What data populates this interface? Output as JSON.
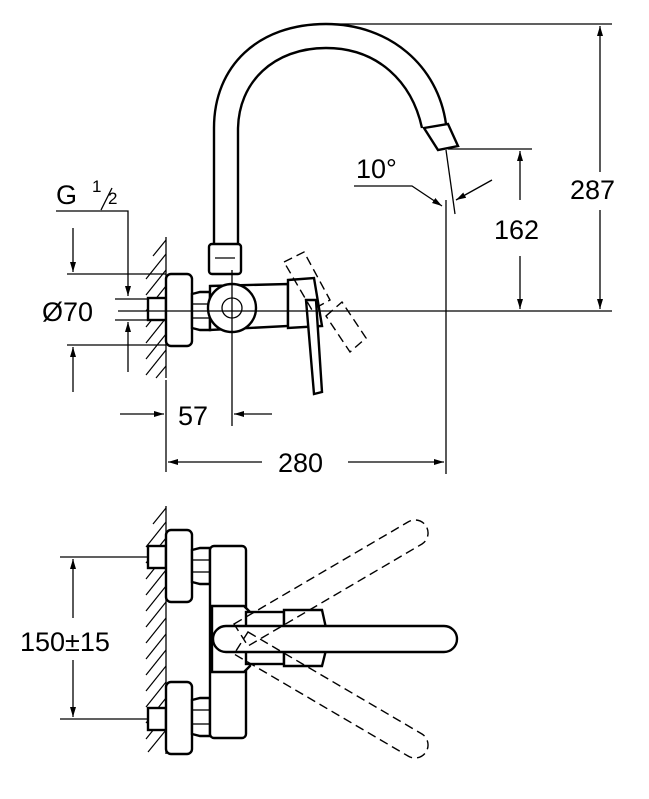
{
  "labels": {
    "pipe_thread": "G",
    "thread_num": "1",
    "thread_den": "2",
    "outer_diameter": "Ø70",
    "wall_distance": "57",
    "total_depth": "280",
    "spout_height": "162",
    "total_height": "287",
    "spout_angle": "10°",
    "center_spacing": "150±15"
  }
}
